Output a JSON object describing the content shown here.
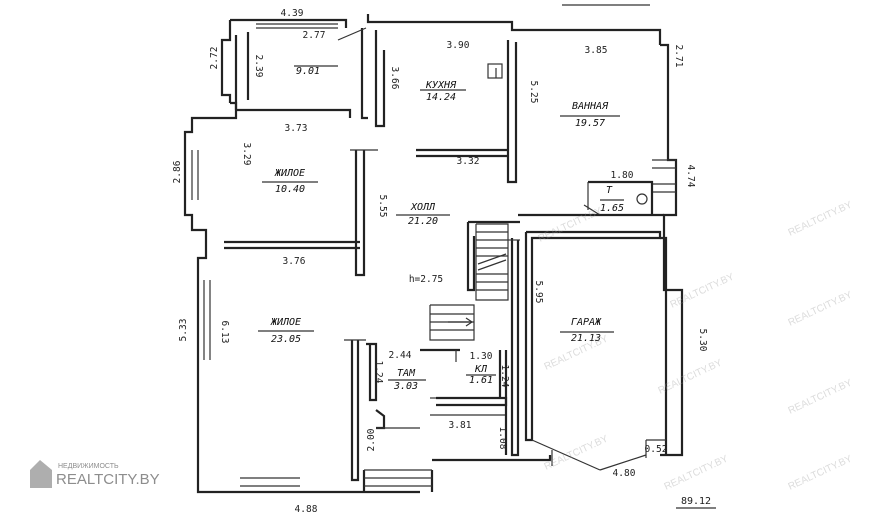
{
  "rooms": {
    "room_top_left": {
      "area": "9.01"
    },
    "kitchen": {
      "name": "КУХНЯ",
      "area": "14.24"
    },
    "bathroom": {
      "name": "ВАННАЯ",
      "area": "19.57"
    },
    "living_1": {
      "name": "ЖИЛОЕ",
      "area": "10.40"
    },
    "hall": {
      "name": "ХОЛЛ",
      "area": "21.20"
    },
    "wc": {
      "name": "Т",
      "area": "1.65"
    },
    "garage": {
      "name": "ГАРАЖ",
      "area": "21.13"
    },
    "living_2": {
      "name": "ЖИЛОЕ",
      "area": "23.05"
    },
    "vestibule": {
      "name": "ТАМ",
      "area": "3.03"
    },
    "closet": {
      "name": "КЛ",
      "area": "1.61"
    }
  },
  "dimensions": {
    "d_439": "4.39",
    "d_277": "2.77",
    "d_272": "2.72",
    "d_239": "2.39",
    "d_373": "3.73",
    "d_366": "3.66",
    "d_390": "3.90",
    "d_525": "5.25",
    "d_385": "3.85",
    "d_271": "2.71",
    "d_286": "2.86",
    "d_329": "3.29",
    "d_332": "3.32",
    "d_180": "1.80",
    "d_474": "4.74",
    "d_555": "5.55",
    "d_376": "3.76",
    "d_height": "h=2.75",
    "d_595": "5.95",
    "d_530": "5.30",
    "d_613": "6.13",
    "d_533": "5.33",
    "d_244": "2.44",
    "d_130": "1.30",
    "d_124": "1.24",
    "d_124b": "1.24",
    "d_381": "3.81",
    "d_108": "1.08",
    "d_200": "2.00",
    "d_052": "0.52",
    "d_480": "4.80",
    "d_488": "4.88"
  },
  "total_area": "89.12",
  "logo": {
    "small": "НЕДВИЖИМОСТЬ",
    "big": "REALTCITY.BY"
  },
  "watermark": "REALTCITY.BY"
}
